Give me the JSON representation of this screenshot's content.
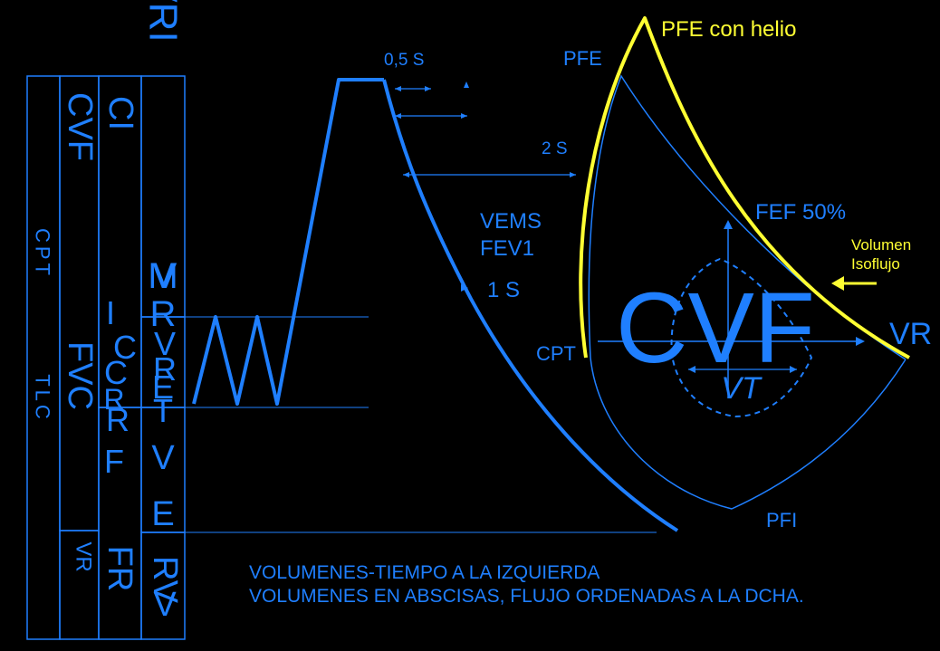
{
  "colors": {
    "background": "#000000",
    "primary": "#1f7fff",
    "accent": "#ffff33"
  },
  "volume_columns": {
    "col1": {
      "spanish": "CPT",
      "english": "TLC"
    },
    "col2": {
      "spanish": "CVF",
      "english": "FVC",
      "bottom": "VR"
    },
    "col3": {
      "top": "CI",
      "middle_stack": [
        "I",
        "C",
        "C",
        "R",
        "R",
        "F"
      ],
      "bottom": "FR"
    },
    "col4": {
      "top": "VRI",
      "middle_stack": [
        "M",
        "V",
        "R",
        "V",
        "E",
        "R",
        "T",
        "V"
      ],
      "mid2": "E",
      "mid3": "RV",
      "bottom": "V"
    }
  },
  "spirogram": {
    "label_05s": "0,5 S",
    "label_2s": "2 S",
    "label_vems": "VEMS",
    "label_fev1": "FEV1",
    "label_1s": "1 S"
  },
  "flow_volume": {
    "label_pfe": "PFE",
    "label_pfe_helio": "PFE con helio",
    "label_fef50": "FEF 50%",
    "label_isoflujo_1": "Volumen",
    "label_isoflujo_2": "Isoflujo",
    "label_cvf_big": "CVF",
    "label_vt": "VT",
    "label_cpt": "CPT",
    "label_vr": "VR",
    "label_pfi": "PFI"
  },
  "caption": {
    "line1": "VOLUMENES-TIEMPO A LA IZQUIERDA",
    "line2": "VOLUMENES EN ABSCISAS, FLUJO ORDENADAS A LA DCHA."
  }
}
